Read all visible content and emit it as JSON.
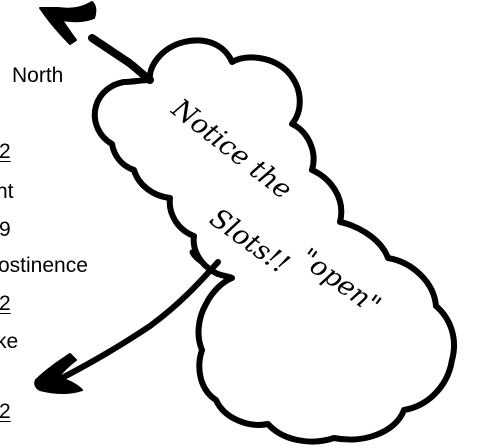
{
  "document": {
    "lines": [
      {
        "text": "North"
      },
      {
        "text": "2"
      },
      {
        "text": "nt"
      },
      {
        "text": "9"
      },
      {
        "text": "ostinence"
      },
      {
        "text": "2"
      },
      {
        "text": "ke"
      },
      {
        "text": "2"
      }
    ]
  },
  "annotation": {
    "line1": "Notice the",
    "line2": "\"open\"",
    "line3": "Slots!!"
  },
  "colors": {
    "ink": "#000000",
    "paper": "#ffffff"
  }
}
